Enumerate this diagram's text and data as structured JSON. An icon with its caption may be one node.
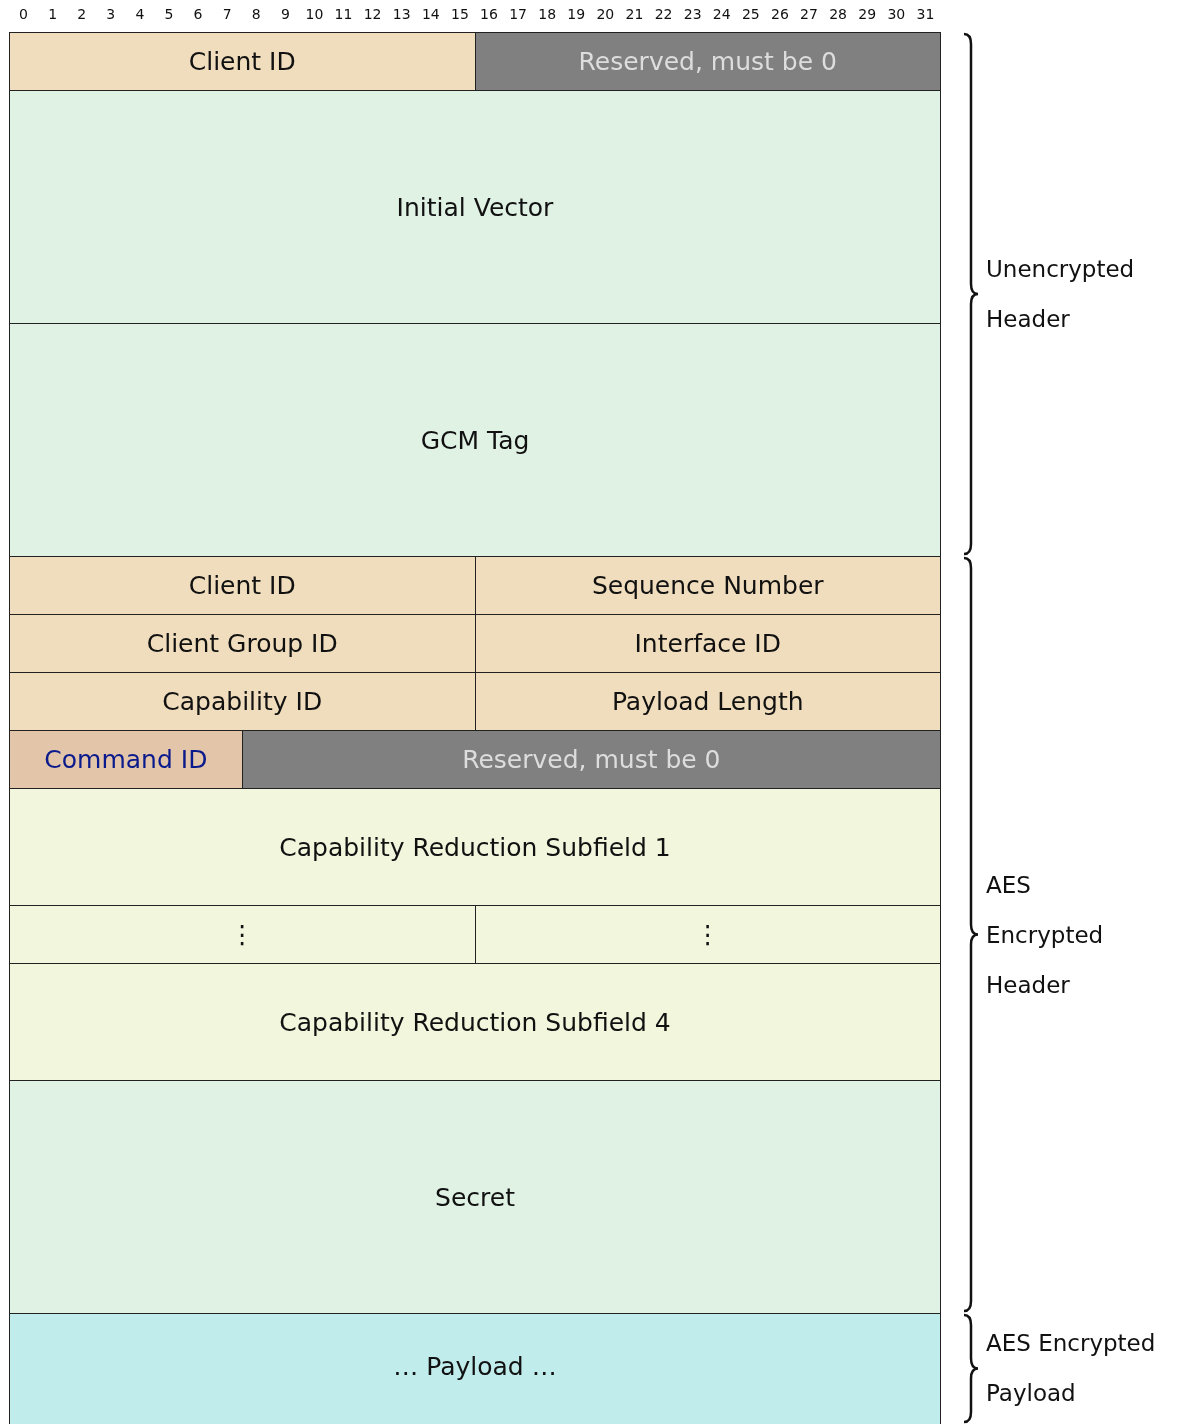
{
  "diagram": {
    "nodes": [
      {
        "text": [
          "Client ID"
        ]
      },
      {
        "text": [
          "Reserved, must be 0"
        ]
      },
      {
        "text": [
          "Initial Vector"
        ]
      },
      {
        "text": [
          "GCM Tag"
        ]
      },
      {
        "text": [
          "Client ID"
        ]
      },
      {
        "text": [
          "Sequence Number"
        ]
      },
      {
        "text": [
          "Client Group ID"
        ]
      },
      {
        "text": [
          "Interface ID"
        ]
      },
      {
        "text": [
          "Capability ID"
        ]
      },
      {
        "text": [
          "Payload Length"
        ]
      },
      {
        "text": [
          "Command ID"
        ]
      },
      {
        "text": [
          "Reserved, must be 0"
        ]
      },
      {
        "text": [
          "Capability Reduction Subfield 1"
        ]
      },
      {
        "text": [
          "⋮"
        ]
      },
      {
        "text": [
          "⋮"
        ]
      },
      {
        "text": [
          "Capability Reduction Subfield 4"
        ]
      },
      {
        "text": [
          "Secret"
        ]
      },
      {
        "text": [
          "… Payload …"
        ]
      }
    ],
    "labels": [
      "0",
      "1",
      "2",
      "3",
      "4",
      "5",
      "6",
      "7",
      "8",
      "9",
      "10",
      "11",
      "12",
      "13",
      "14",
      "15",
      "16",
      "17",
      "18",
      "19",
      "20",
      "21",
      "22",
      "23",
      "24",
      "25",
      "26",
      "27",
      "28",
      "29",
      "30",
      "31",
      "Unencrypted Header",
      "AES Encrypted Header",
      "AES Encrypted Payload"
    ]
  }
}
